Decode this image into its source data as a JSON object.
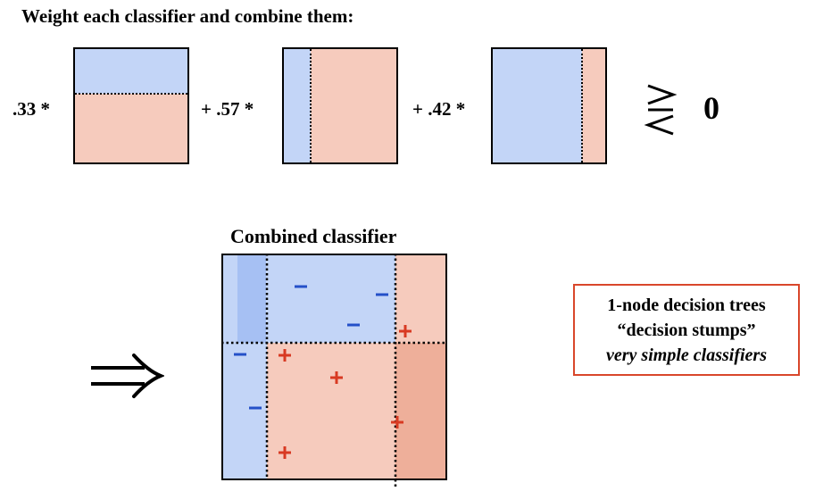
{
  "heading": "Weight each classifier and combine them:",
  "weak_classifiers": [
    {
      "weight_label": ".33 *"
    },
    {
      "weight_label": "+ .57 *"
    },
    {
      "weight_label": "+ .42 *"
    }
  ],
  "threshold_value": "0",
  "combined_title": "Combined classifier",
  "note": {
    "line1": "1-node decision trees",
    "line2": "“decision stumps”",
    "line3": "very simple classifiers"
  },
  "colors": {
    "negative_region": "#c3d5f7",
    "positive_region": "#f6cbbd",
    "strong_negative_region": "#a6c0f3",
    "strong_positive_region": "#eeaf9a",
    "negative_marker": "#2450c8",
    "positive_marker": "#d83a22",
    "note_border": "#d9472b"
  },
  "icons": {
    "comparator": "greater-or-less-equal-icon",
    "implies": "double-right-arrow-icon"
  }
}
